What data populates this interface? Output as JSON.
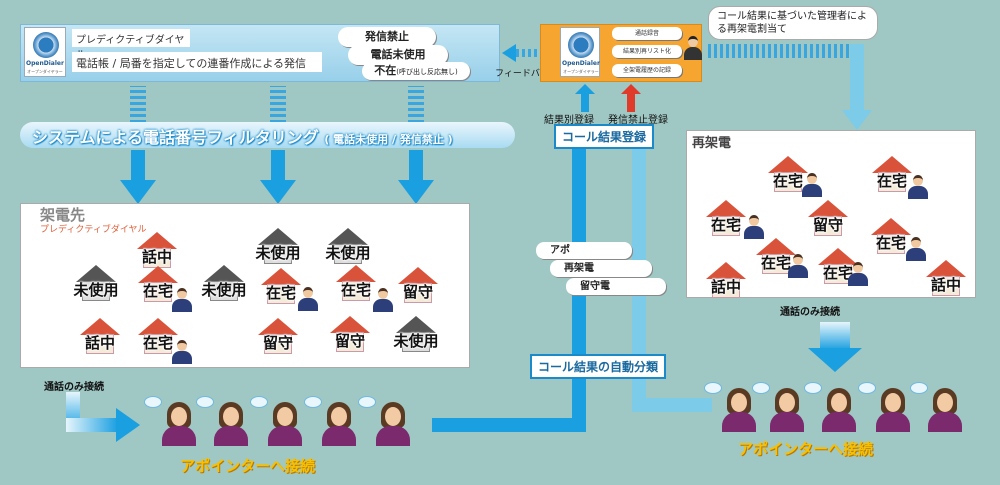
{
  "top_left": {
    "logo_text": "OpenDialer",
    "logo_sub": "オープンダイヤラー",
    "title": "プレディクティブダイヤル",
    "description": "電話帳 / 局番を指定しての連番作成による発信"
  },
  "filters_top": {
    "prohibited": "発信禁止",
    "unused": "電話未使用",
    "absent": "不在",
    "absent_note": "(呼び出し反応無し)"
  },
  "feedback_label": "フィードバック",
  "orange_box": {
    "logo_text": "OpenDialer",
    "logo_sub": "オープンダイヤラー",
    "buttons": [
      "通話録音",
      "結果別再リスト化",
      "全架電履歴の記録"
    ]
  },
  "callout_text": "コール結果に基づいた管理者による再架電割当て",
  "filter_banner": {
    "main": "システムによる電話番号フィルタリング",
    "sub": "( 電話未使用 / 発信禁止 )"
  },
  "left_panel": {
    "title": "架電先",
    "subtitle": "プレディクティブダイヤル",
    "houses": [
      "話中",
      "未使用",
      "未使用",
      "未使用",
      "在宅",
      "未使用",
      "在宅",
      "在宅",
      "留守",
      "話中",
      "在宅",
      "留守",
      "留守",
      "未使用"
    ]
  },
  "right_panel": {
    "title": "再架電",
    "houses": [
      "在宅",
      "在宅",
      "在宅",
      "留守",
      "在宅",
      "在宅",
      "在宅",
      "話中",
      "話中"
    ]
  },
  "labels": {
    "result_by": "結果別登録",
    "prohibit_reg": "発信禁止登録",
    "call_result_reg": "コール結果登録",
    "auto_classify": "コール結果の自動分類",
    "call_only_left": "通話のみ接続",
    "call_only_right": "通話のみ接続",
    "connect_left": "アポインターへ接続",
    "connect_right": "アポインターへ接続"
  },
  "result_pills": [
    "アポ",
    "再架電",
    "留守電"
  ],
  "colors": {
    "background": "#9fc7c3",
    "arrow_blue": "#1a9fe0",
    "orange": "#f7a531",
    "red_arrow": "#e03a2a"
  }
}
